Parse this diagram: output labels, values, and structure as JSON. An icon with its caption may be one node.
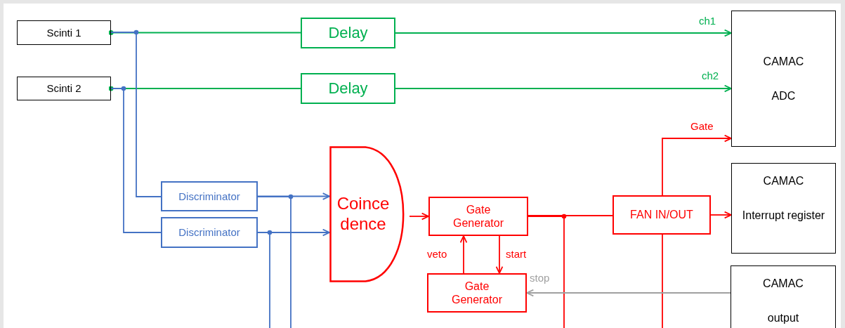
{
  "diagram": {
    "nodes": [
      {
        "text": [
          "Scinti 1"
        ]
      },
      {
        "text": [
          "Scinti 2"
        ]
      },
      {
        "text": [
          "Delay"
        ]
      },
      {
        "text": [
          "Delay"
        ]
      },
      {
        "text": [
          "CAMAC",
          "ADC"
        ]
      },
      {
        "text": [
          "Discriminator"
        ]
      },
      {
        "text": [
          "Discriminator"
        ]
      },
      {
        "text": [
          "Coince dence"
        ]
      },
      {
        "text": [
          "Gate Generator"
        ]
      },
      {
        "text": [
          "Gate Generator"
        ]
      },
      {
        "text": [
          "FAN IN/OUT"
        ]
      },
      {
        "text": [
          "CAMAC",
          "Interrupt register"
        ]
      },
      {
        "text": [
          "CAMAC",
          "output"
        ]
      }
    ],
    "edges": [
      {
        "from": 0,
        "to": 2,
        "arrow": "other",
        "color": "#00b050"
      },
      {
        "from": 2,
        "to": 4,
        "arrow": "to",
        "label": "ch1",
        "color": "#00b050"
      },
      {
        "from": 1,
        "to": 3,
        "arrow": "other",
        "color": "#00b050"
      },
      {
        "from": 3,
        "to": 4,
        "arrow": "to",
        "label": "ch2",
        "color": "#00b050"
      },
      {
        "from": 0,
        "to": 5,
        "arrow": "none",
        "color": "#4472c4"
      },
      {
        "from": 1,
        "to": 6,
        "arrow": "none",
        "color": "#4472c4"
      },
      {
        "from": 5,
        "to": 7,
        "arrow": "to",
        "color": "#4472c4"
      },
      {
        "from": 6,
        "to": 7,
        "arrow": "to",
        "color": "#4472c4"
      },
      {
        "from": 5,
        "to": null,
        "arrow": "none",
        "color": "#4472c4"
      },
      {
        "from": 6,
        "to": null,
        "arrow": "none",
        "color": "#4472c4"
      },
      {
        "from": 7,
        "to": 8,
        "arrow": "to"
      },
      {
        "from": 8,
        "to": 10,
        "arrow": "none"
      },
      {
        "from": 8,
        "to": null,
        "arrow": "none"
      },
      {
        "from": 10,
        "to": 4,
        "arrow": "to",
        "label": "Gate"
      },
      {
        "from": 10,
        "to": 11,
        "arrow": "to"
      },
      {
        "from": 10,
        "to": null,
        "arrow": "none"
      },
      {
        "from": 8,
        "to": 9,
        "arrow": "to",
        "label": "start"
      },
      {
        "from": 9,
        "to": 8,
        "arrow": "to",
        "label": "veto"
      },
      {
        "from": 12,
        "to": 9,
        "arrow": "to",
        "label": "stop",
        "color": "#a0a0a0"
      }
    ]
  }
}
